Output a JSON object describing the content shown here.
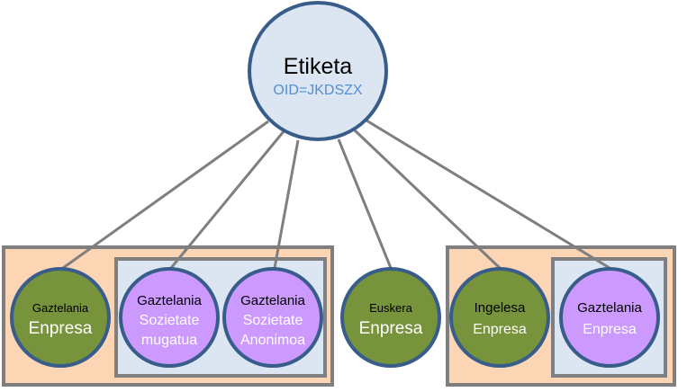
{
  "colors": {
    "root_fill": "#DCE6F2",
    "node_stroke": "#385D8A",
    "green": "#77933C",
    "purple": "#CC99FF",
    "group_outer": "#FCD5B5",
    "group_inner": "#DCE6F2",
    "group_stroke": "#7F7F7F",
    "edge": "#7F7F7F",
    "oid_text": "#558ED5"
  },
  "root": {
    "title": "Etiketa",
    "oid": "OID=JKDSZX"
  },
  "nodes": [
    {
      "id": "n1",
      "language": "Gaztelania",
      "lines": [
        "Enpresa"
      ],
      "kind": "green"
    },
    {
      "id": "n2",
      "language": "Gaztelania",
      "lines": [
        "Sozietate",
        "mugatua"
      ],
      "kind": "purple"
    },
    {
      "id": "n3",
      "language": "Gaztelania",
      "lines": [
        "Sozietate",
        "Anonimoa"
      ],
      "kind": "purple"
    },
    {
      "id": "n4",
      "language": "Euskera",
      "lines": [
        "Enpresa"
      ],
      "kind": "green"
    },
    {
      "id": "n5",
      "language": "Ingelesa",
      "lines": [
        "Enpresa"
      ],
      "kind": "green"
    },
    {
      "id": "n6",
      "language": "Gaztelania",
      "lines": [
        "Enpresa"
      ],
      "kind": "purple"
    }
  ]
}
